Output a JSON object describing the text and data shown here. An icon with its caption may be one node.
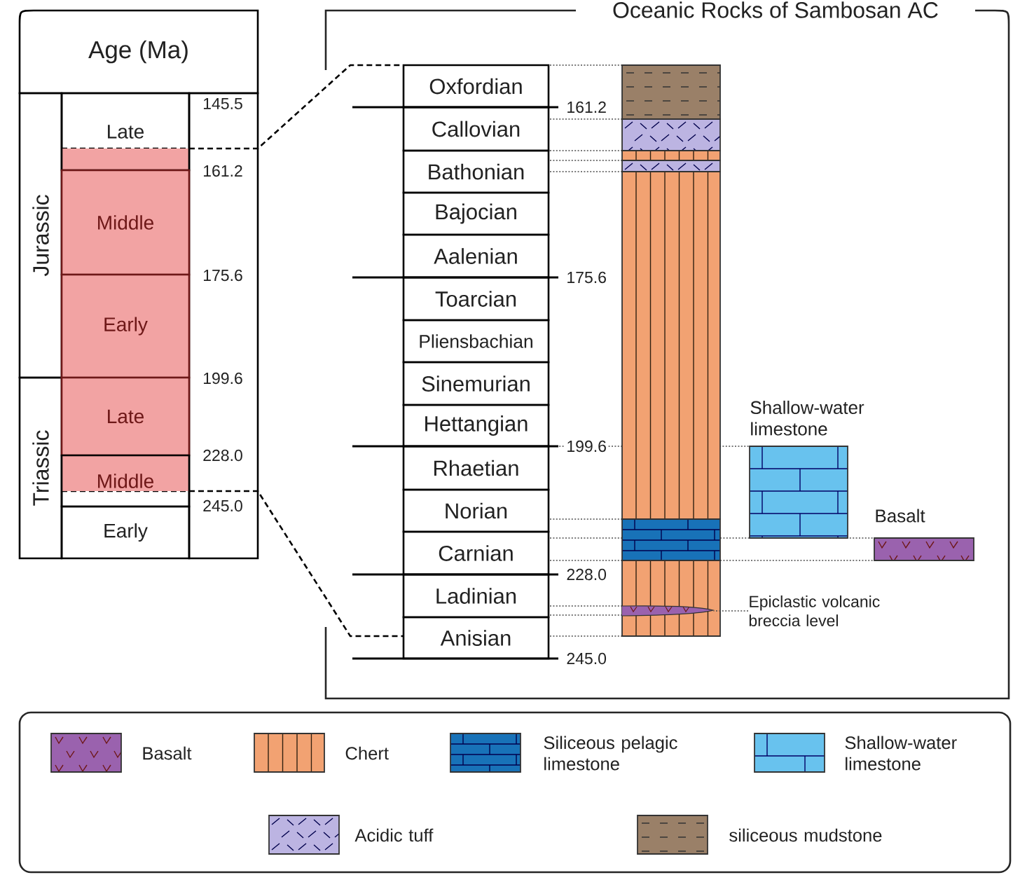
{
  "diagram": {
    "title": "Oceanic Rocks of Sambosan AC",
    "nodes": [
      {
        "text": [
          "Age (Ma)"
        ]
      },
      {
        "text": [
          "Jurassic"
        ]
      },
      {
        "text": [
          "Triassic"
        ]
      },
      {
        "text": [
          "Late"
        ]
      },
      {
        "text": [
          "Middle"
        ]
      },
      {
        "text": [
          "Early"
        ]
      },
      {
        "text": [
          "Late"
        ]
      },
      {
        "text": [
          "Middle"
        ]
      },
      {
        "text": [
          "Early"
        ]
      },
      {
        "text": [
          "Oxfordian"
        ]
      },
      {
        "text": [
          "Callovian"
        ]
      },
      {
        "text": [
          "Bathonian"
        ]
      },
      {
        "text": [
          "Bajocian"
        ]
      },
      {
        "text": [
          "Aalenian"
        ]
      },
      {
        "text": [
          "Toarcian"
        ]
      },
      {
        "text": [
          "Pliensbachian"
        ]
      },
      {
        "text": [
          "Sinemurian"
        ]
      },
      {
        "text": [
          "Hettangian"
        ]
      },
      {
        "text": [
          "Rhaetian"
        ]
      },
      {
        "text": [
          "Norian"
        ]
      },
      {
        "text": [
          "Carnian"
        ]
      },
      {
        "text": [
          "Ladinian"
        ]
      },
      {
        "text": [
          "Anisian"
        ]
      },
      {
        "text": [
          "Shallow-water limestone"
        ]
      },
      {
        "text": [
          "Basalt"
        ]
      },
      {
        "text": [
          "Epiclastic volcanic breccia level"
        ]
      },
      {
        "text": [],
        "shape": "lens"
      }
    ],
    "edges": [
      {
        "from": 25,
        "to": 26,
        "arrow": "none",
        "style": "dashed"
      }
    ],
    "labels": [
      "145.5",
      "161.2",
      "175.6",
      "199.6",
      "228.0",
      "245.0",
      "161.2",
      "175.6",
      "199.6",
      "228.0",
      "245.0"
    ],
    "legend": [
      {
        "text": "Basalt",
        "color": "#9a62ae"
      },
      {
        "text": "Chert",
        "color": "#f2a272"
      },
      {
        "text": "Siliceous pelagic limestone",
        "color": "#1872b8"
      },
      {
        "text": "Shallow-water limestone",
        "color": "#68c2ee"
      },
      {
        "text": "Acidic tuff",
        "color": "#bcb4e2"
      },
      {
        "text": "siliceous mudstone",
        "color": "#9a8068"
      }
    ]
  }
}
